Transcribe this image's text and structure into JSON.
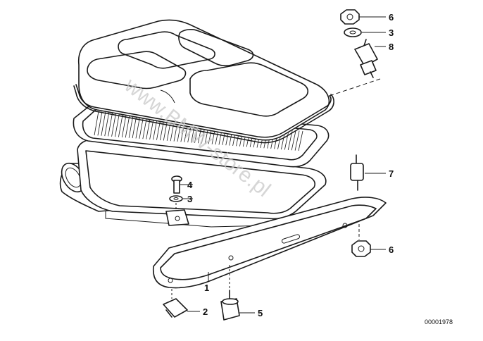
{
  "callouts": {
    "c1": "1",
    "c2": "2",
    "c3a": "3",
    "c3b": "3",
    "c4": "4",
    "c5": "5",
    "c6a": "6",
    "c6b": "6",
    "c7": "7",
    "c8": "8"
  },
  "diagram_code": "00001978",
  "watermark": "www.BMW-store.pl",
  "colors": {
    "ink": "#1a1a1a",
    "watermark": "#c9c9c9",
    "background": "#ffffff"
  }
}
